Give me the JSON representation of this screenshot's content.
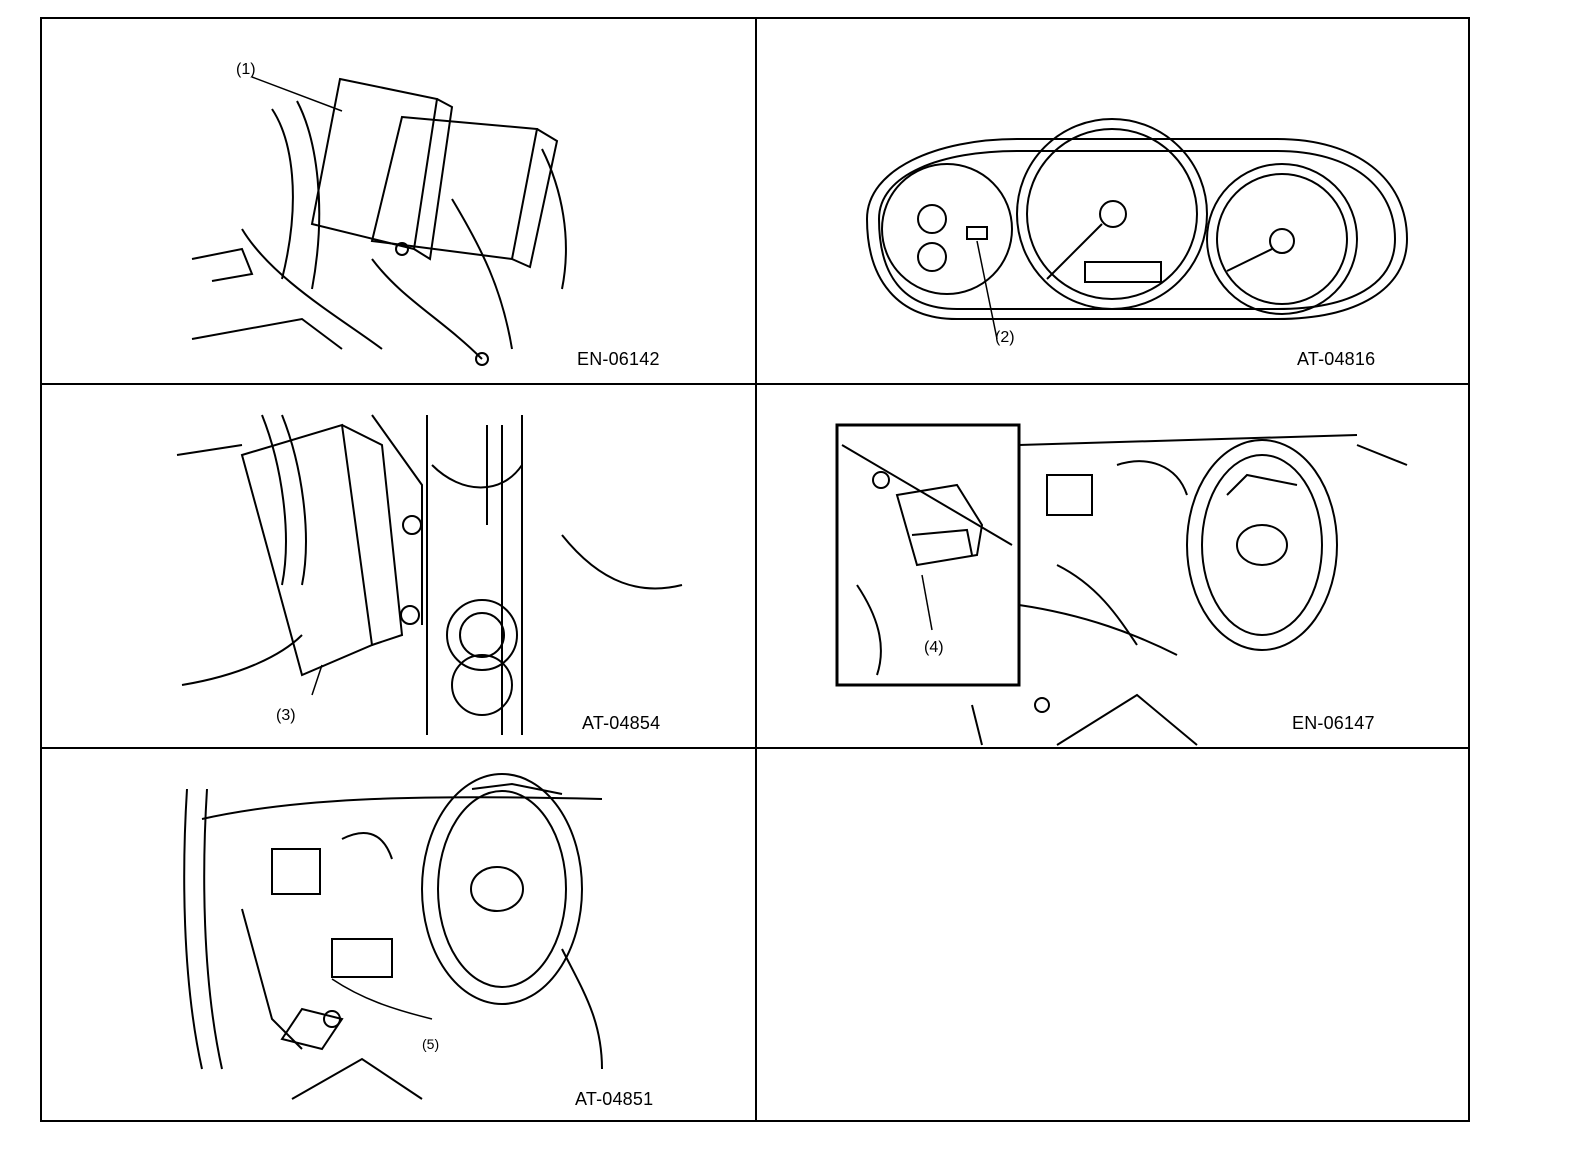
{
  "panels": [
    {
      "code": "EN-06142",
      "callout": "(1)"
    },
    {
      "code": "AT-04816",
      "callout": "(2)"
    },
    {
      "code": "AT-04854",
      "callout": "(3)"
    },
    {
      "code": "EN-06147",
      "callout": "(4)"
    },
    {
      "code": "AT-04851",
      "callout": "(5)"
    },
    {
      "code": "",
      "callout": ""
    }
  ]
}
